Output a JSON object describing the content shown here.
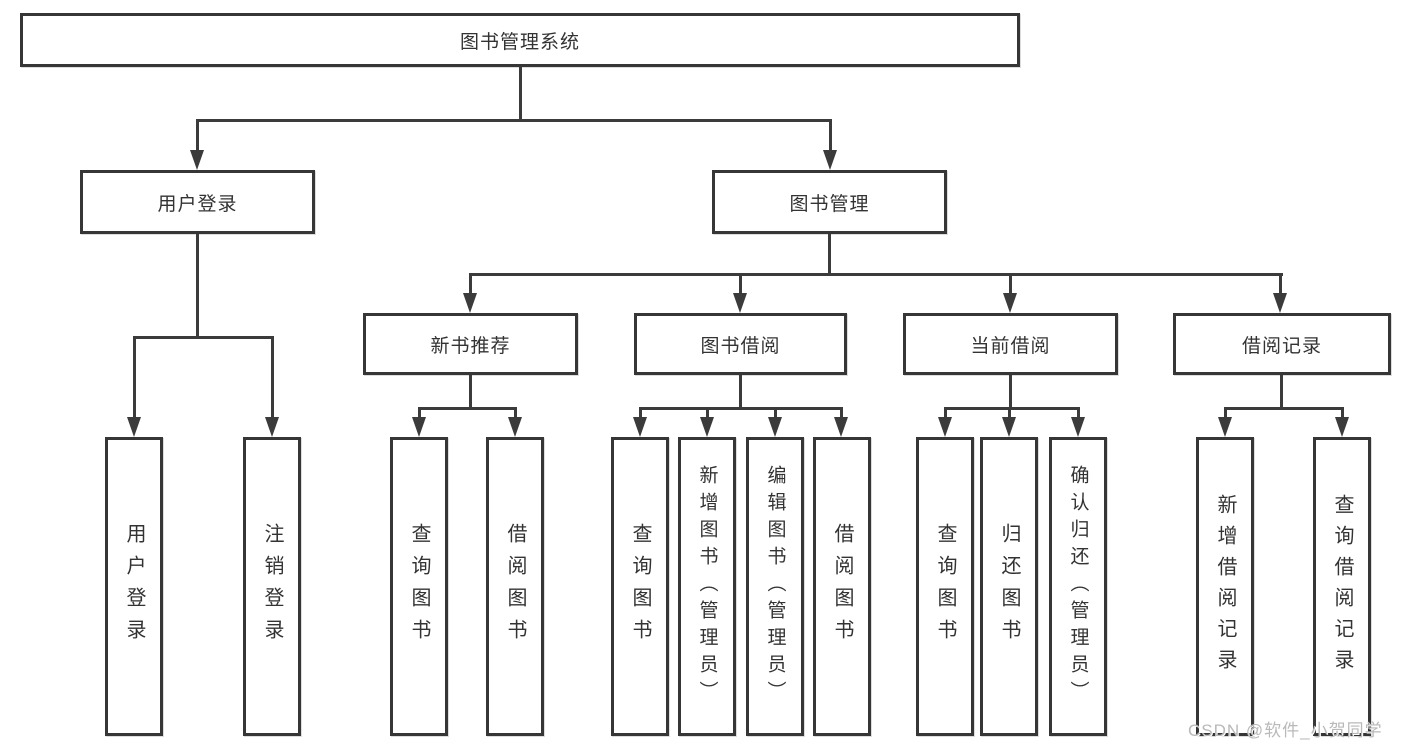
{
  "diagram": {
    "root": {
      "label": "图书管理系统"
    },
    "branches": {
      "user_login": {
        "label": "用户登录",
        "children": [
          {
            "label": "用户登录"
          },
          {
            "label": "注销登录"
          }
        ]
      },
      "book_mgmt": {
        "label": "图书管理",
        "children": [
          {
            "label": "新书推荐",
            "children": [
              {
                "label": "查询图书"
              },
              {
                "label": "借阅图书"
              }
            ]
          },
          {
            "label": "图书借阅",
            "children": [
              {
                "label": "查询图书"
              },
              {
                "label": "新增图书（管理员）"
              },
              {
                "label": "编辑图书（管理员）"
              },
              {
                "label": "借阅图书"
              }
            ]
          },
          {
            "label": "当前借阅",
            "children": [
              {
                "label": "查询图书"
              },
              {
                "label": "归还图书"
              },
              {
                "label": "确认归还（管理员）"
              }
            ]
          },
          {
            "label": "借阅记录",
            "children": [
              {
                "label": "新增借阅记录"
              },
              {
                "label": "查询借阅记录"
              }
            ]
          }
        ]
      }
    },
    "colors": {
      "line": "#3b3b3b",
      "text": "#333333",
      "watermark_text": "#b9b9b9",
      "background": "#ffffff"
    }
  },
  "watermark": {
    "label": "CSDN @软件_小贺同学"
  }
}
